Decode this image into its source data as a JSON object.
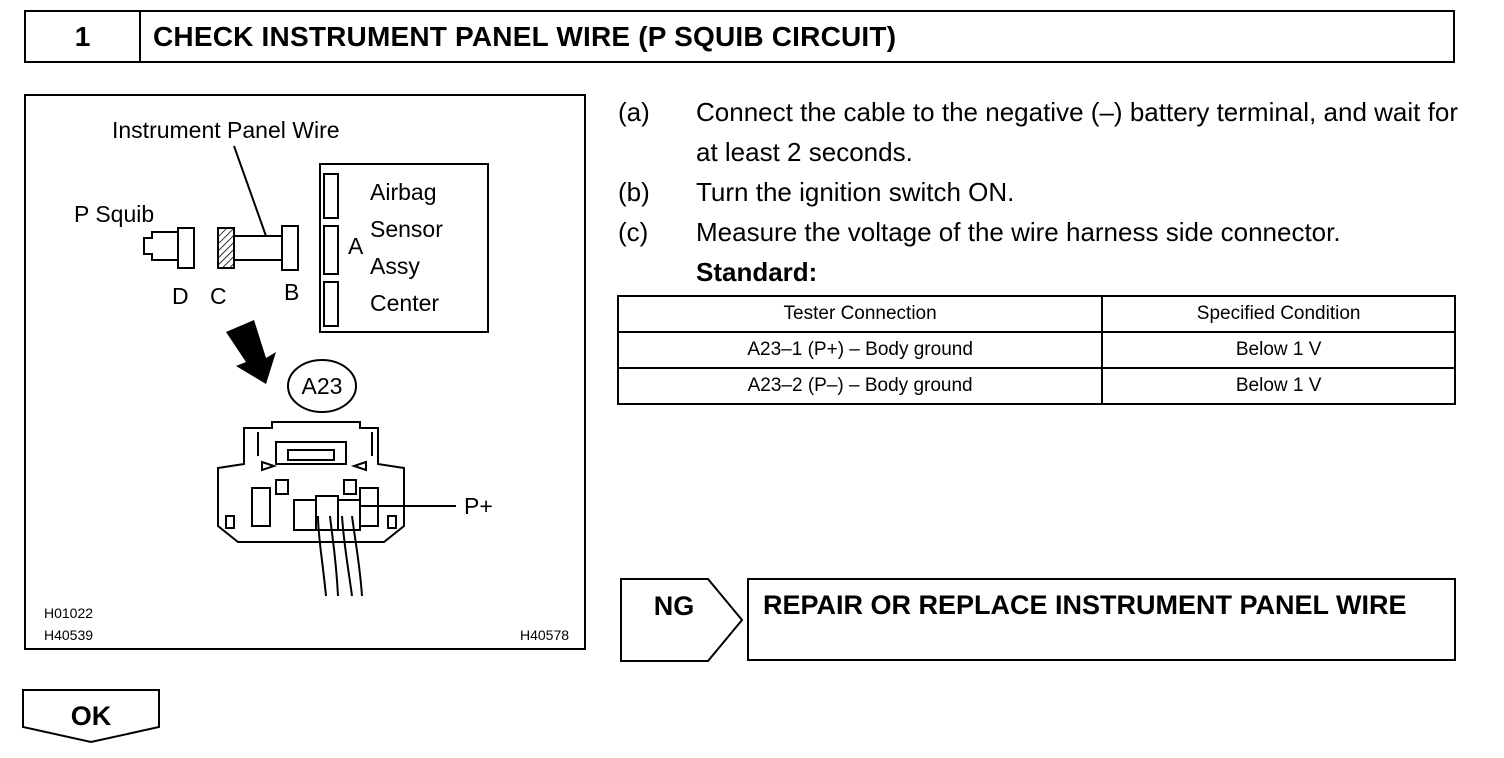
{
  "header": {
    "step_number": "1",
    "title": "CHECK INSTRUMENT PANEL WIRE (P SQUIB CIRCUIT)"
  },
  "illustration": {
    "labels": {
      "instrument_panel_wire": "Instrument Panel Wire",
      "p_squib": "P Squib",
      "connector_d": "D",
      "connector_c": "C",
      "connector_b": "B",
      "connector_a": "A",
      "airbag_line1": "Airbag",
      "airbag_line2": "Sensor",
      "airbag_line3": "Assy",
      "airbag_line4": "Center",
      "connector_code": "A23",
      "pin_label": "P+",
      "code1": "H01022",
      "code2": "H40539",
      "code3": "H40578"
    }
  },
  "instructions": [
    {
      "label": "(a)",
      "text": "Connect the cable to the negative (–) battery terminal, and wait for at least 2 seconds."
    },
    {
      "label": "(b)",
      "text": "Turn the ignition switch ON."
    },
    {
      "label": "(c)",
      "text": "Measure the voltage of the wire harness side connector."
    }
  ],
  "standard_label": "Standard:",
  "spec_table": {
    "headers": [
      "Tester Connection",
      "Specified Condition"
    ],
    "rows": [
      [
        "A23–1 (P+) – Body ground",
        "Below 1 V"
      ],
      [
        "A23–2 (P–) – Body ground",
        "Below 1 V"
      ]
    ]
  },
  "ng": {
    "label": "NG",
    "action": "REPAIR OR REPLACE INSTRUMENT PANEL WIRE"
  },
  "ok": {
    "label": "OK"
  }
}
